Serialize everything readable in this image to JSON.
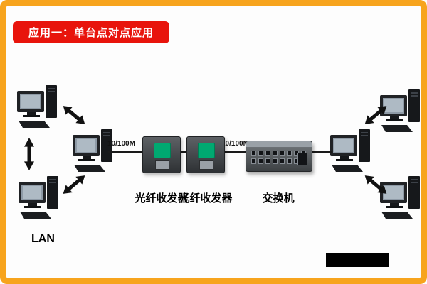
{
  "title": {
    "label": "应用一：单台点对点应用"
  },
  "connections": {
    "speed_left": "10/100M",
    "speed_right": "10/100M"
  },
  "devices": {
    "converter_left": {
      "label": "光纤收发器"
    },
    "converter_right": {
      "label": "光纤收发器"
    },
    "switch": {
      "label": "交换机"
    },
    "lan": {
      "label": "LAN"
    }
  },
  "colors": {
    "frame_orange": "#f7a41d",
    "title_red": "#e8140c",
    "converter_badge_green": "#00a971"
  }
}
